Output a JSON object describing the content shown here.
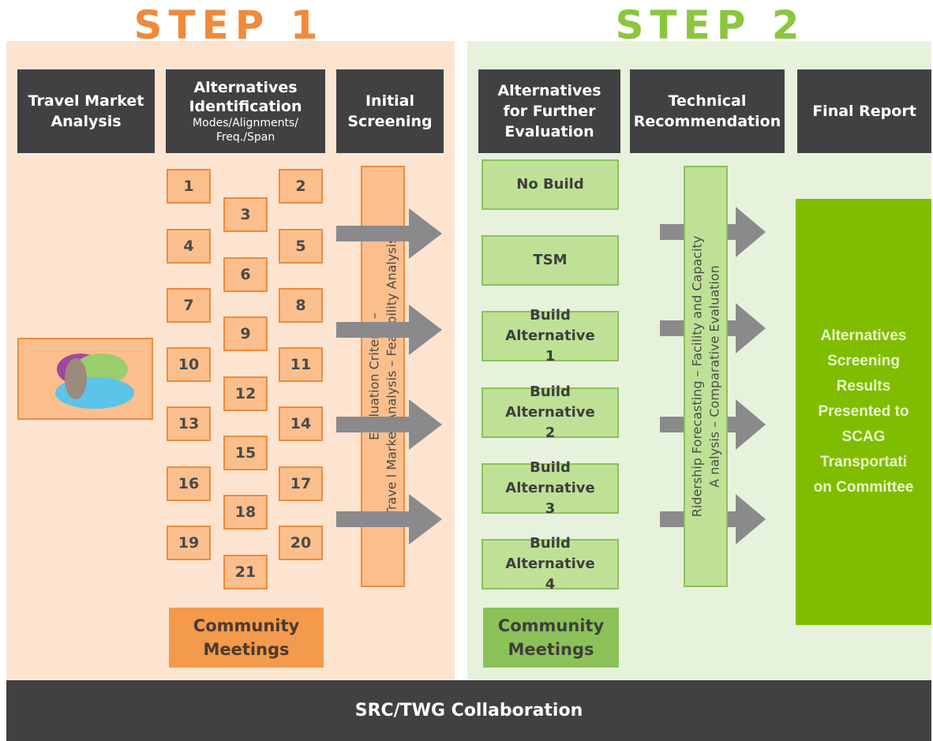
{
  "step1": {
    "title": "STEP 1",
    "title_color": "#ef8a3c",
    "headers": {
      "travel_market": "Travel Market Analysis",
      "alt_ident": "Alternatives Identification",
      "alt_ident_sub": "Modes/Alignments/ Freq./Span",
      "initial_screening": "Initial Screening"
    },
    "alternatives": [
      "1",
      "2",
      "3",
      "4",
      "5",
      "6",
      "7",
      "8",
      "9",
      "10",
      "11",
      "12",
      "13",
      "14",
      "15",
      "16",
      "17",
      "18",
      "19",
      "20",
      "21"
    ],
    "eval_criteria_line1": "Evaluation Criteria –",
    "eval_criteria_line2": "Trave l Market Analysis – Feasibility Analysis",
    "community": "Community Meetings",
    "community_color": "#f39a4c"
  },
  "step2": {
    "title": "STEP 2",
    "title_color": "#8cc63f",
    "headers": {
      "further": "Alternatives for Further Evaluation",
      "tech": "Technical Recommendation",
      "final": "Final Report"
    },
    "alternatives": [
      "No Build",
      "TSM",
      "Build Alternative 1",
      "Build Alternative 2",
      "Build Alternative 3",
      "Build Alternative 4"
    ],
    "ridership_line1": "Ridership Forecasting – Facility and Capacity",
    "ridership_line2": "A nalysis – Comparative Evaluation",
    "community": "Community Meetings",
    "community_color": "#8cc159",
    "final_text": "Alternatives Screening Results Presented to SCAG Transportati on Committee",
    "final_color": "#80bd01"
  },
  "footer": "SRC/TWG Collaboration",
  "icons": {
    "blob": "travel-market-blob-icon",
    "arrow": "right-arrow-icon"
  }
}
